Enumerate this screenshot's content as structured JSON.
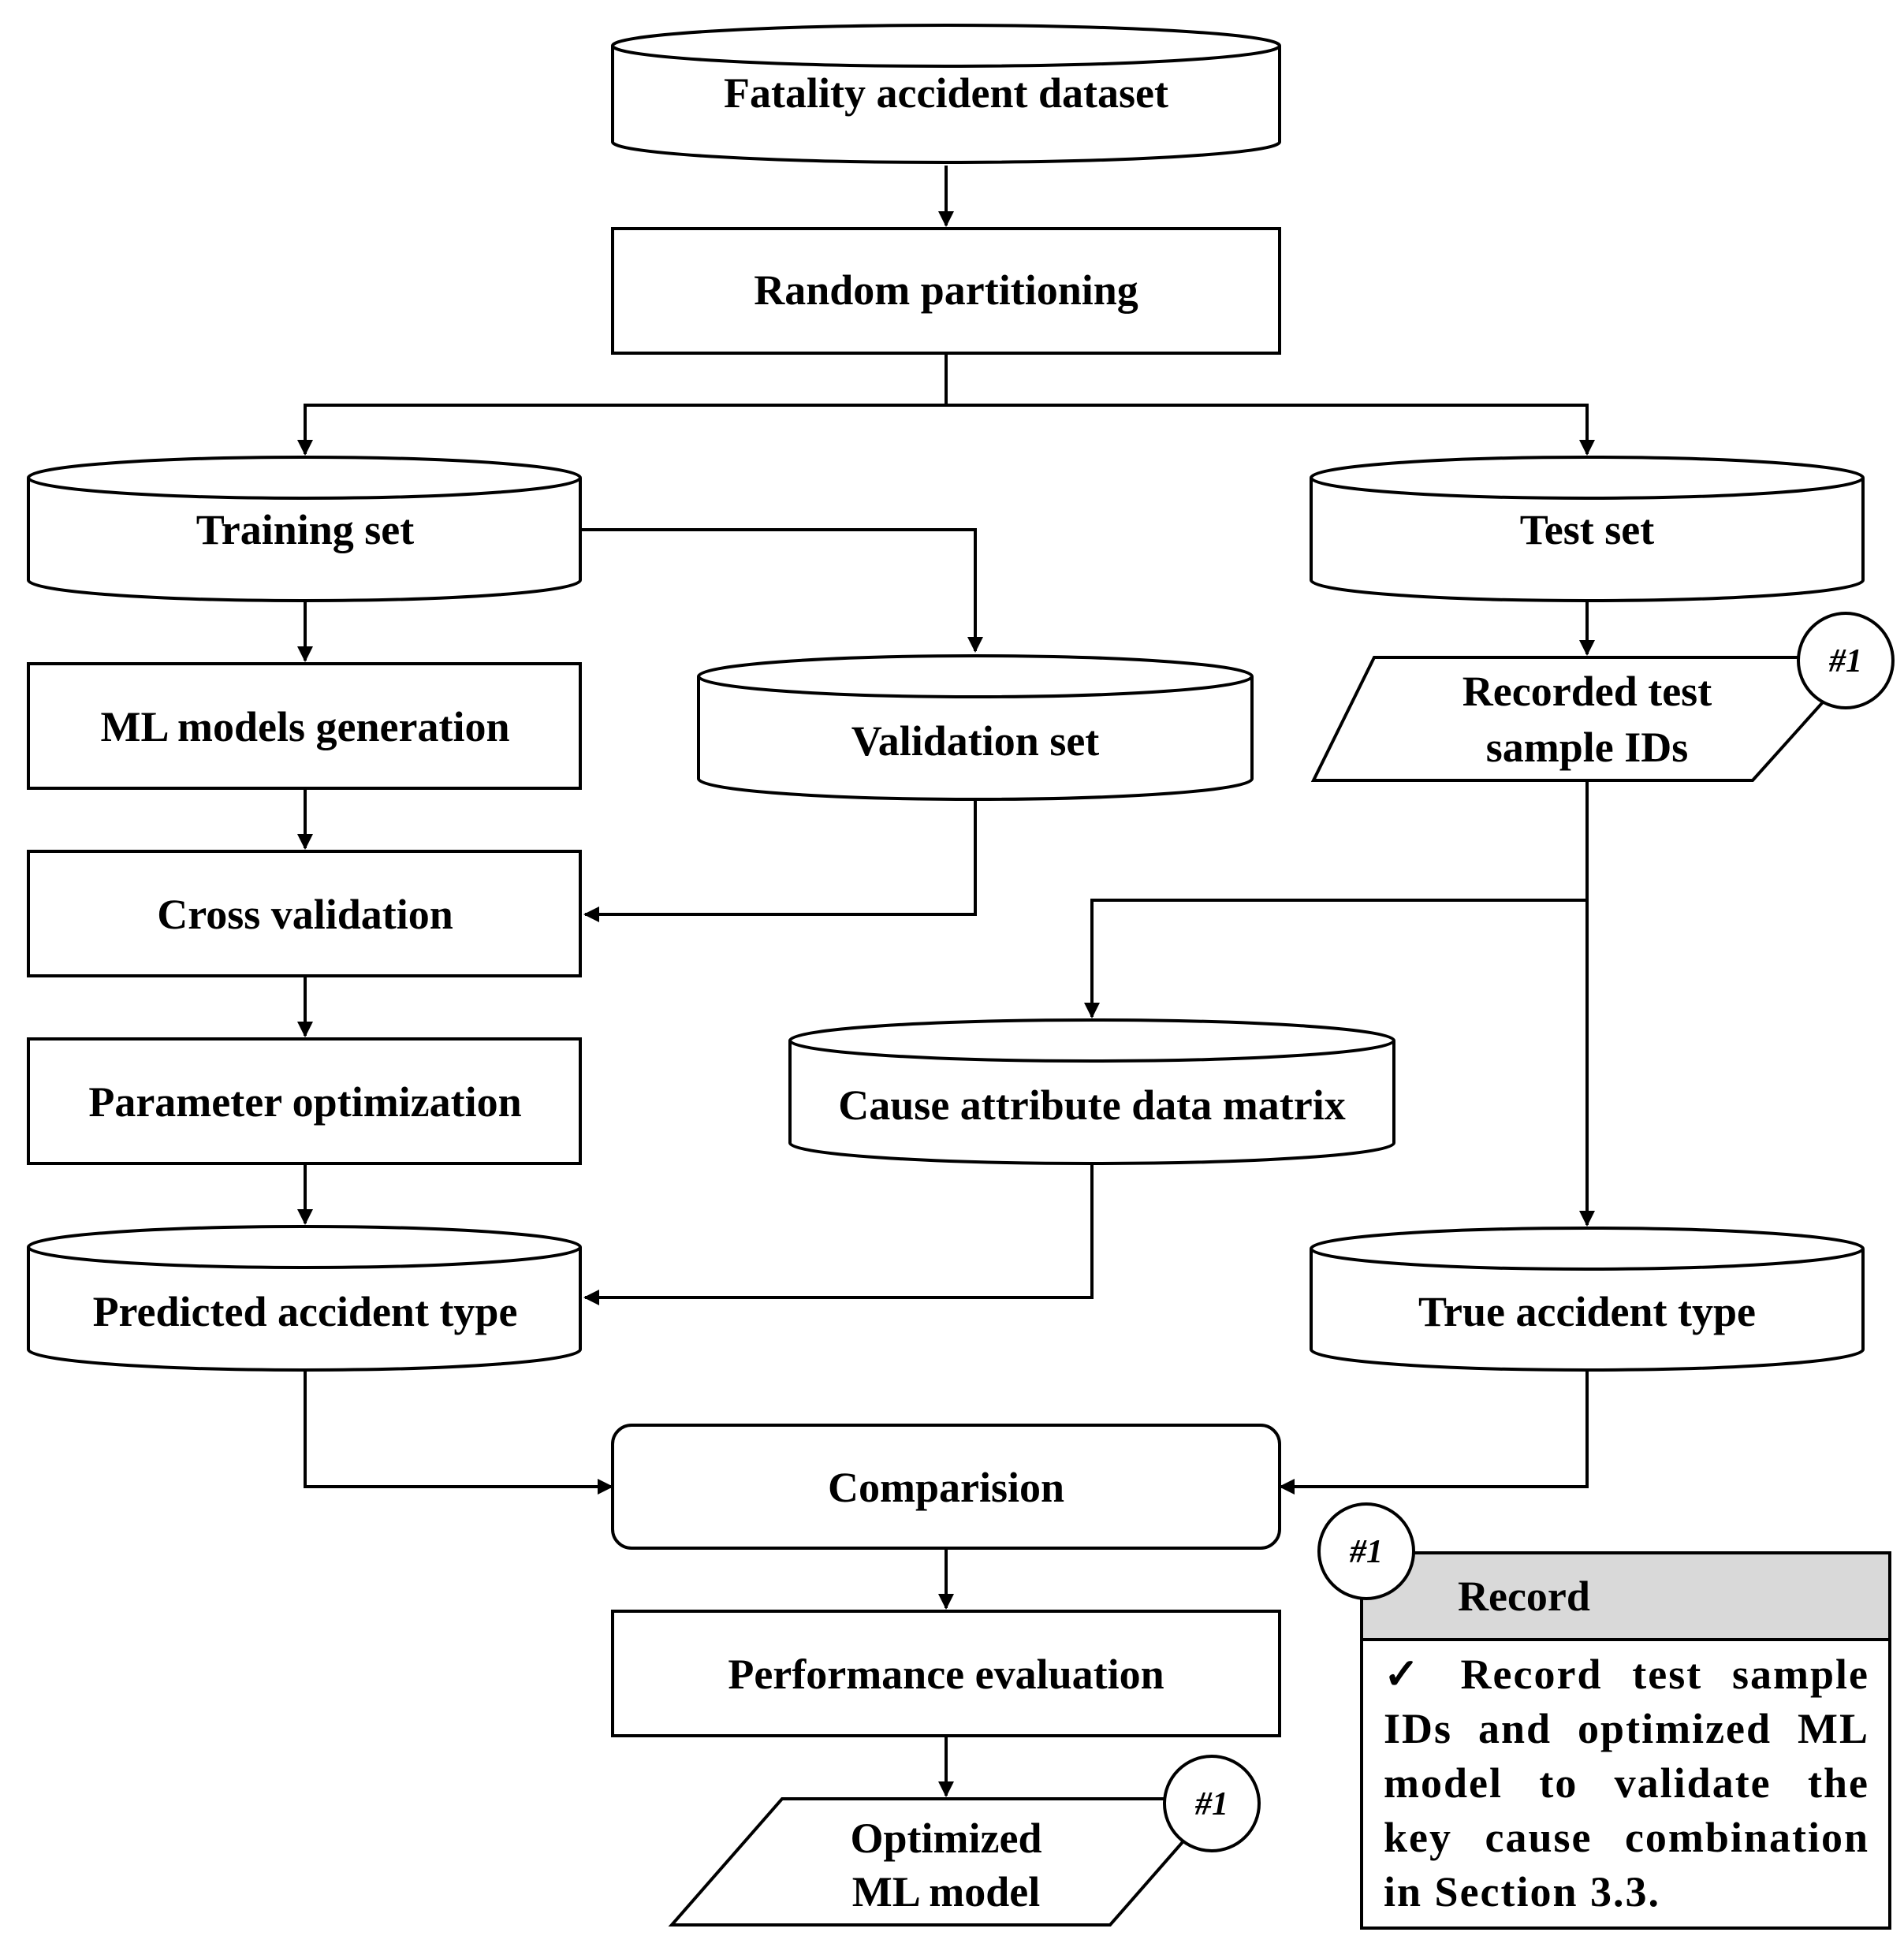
{
  "nodes": {
    "fatality_dataset": "Fatality accident dataset",
    "random_partitioning": "Random partitioning",
    "training_set": "Training set",
    "test_set": "Test set",
    "ml_models_generation": "ML models generation",
    "validation_set": "Validation set",
    "recorded_ids_line1": "Recorded test",
    "recorded_ids_line2": "sample IDs",
    "cross_validation": "Cross validation",
    "parameter_optimization": "Parameter optimization",
    "cause_matrix": "Cause attribute data matrix",
    "predicted_type": "Predicted accident type",
    "true_type": "True accident type",
    "comparision": "Comparision",
    "performance_evaluation": "Performance evaluation",
    "optimized_line1": "Optimized",
    "optimized_line2": "ML model"
  },
  "tags": {
    "recorded_ids_tag": "#1",
    "optimized_tag": "#1",
    "record_tag": "#1"
  },
  "record": {
    "title": "Record",
    "check": "✓",
    "text": "Record test sample IDs and optimized ML model to validate the key cause combination in Section 3.3."
  }
}
